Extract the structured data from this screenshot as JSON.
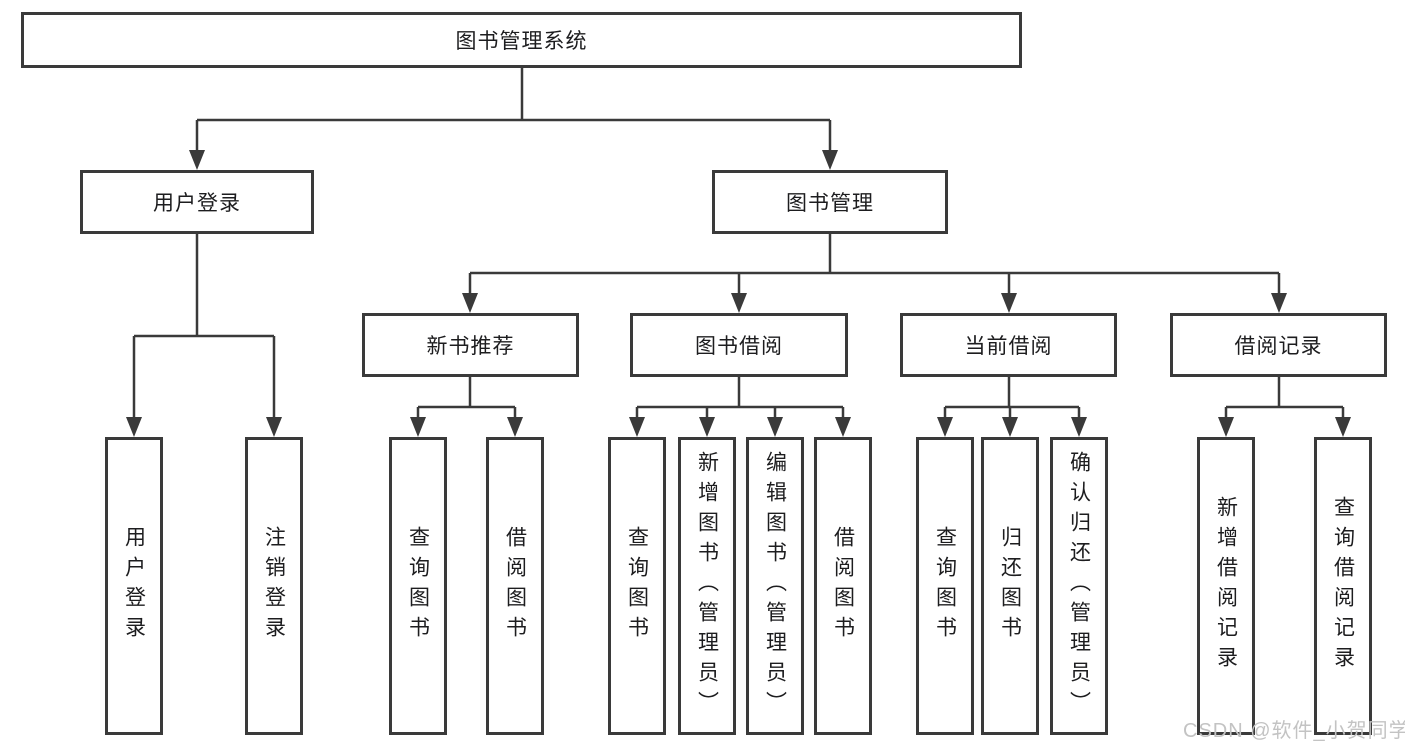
{
  "diagram_type": "hierarchy-tree",
  "tree": {
    "label": "图书管理系统",
    "children": [
      {
        "label": "用户登录",
        "children": [
          {
            "label": "用户登录"
          },
          {
            "label": "注销登录"
          }
        ]
      },
      {
        "label": "图书管理",
        "children": [
          {
            "label": "新书推荐",
            "children": [
              {
                "label": "查询图书"
              },
              {
                "label": "借阅图书"
              }
            ]
          },
          {
            "label": "图书借阅",
            "children": [
              {
                "label": "查询图书"
              },
              {
                "label": "新增图书（管理员）"
              },
              {
                "label": "编辑图书（管理员）"
              },
              {
                "label": "借阅图书"
              }
            ]
          },
          {
            "label": "当前借阅",
            "children": [
              {
                "label": "查询图书"
              },
              {
                "label": "归还图书"
              },
              {
                "label": "确认归还（管理员）"
              }
            ]
          },
          {
            "label": "借阅记录",
            "children": [
              {
                "label": "新增借阅记录"
              },
              {
                "label": "查询借阅记录"
              }
            ]
          }
        ]
      }
    ]
  },
  "watermark": "CSDN @软件_小贺同学",
  "colors": {
    "line": "#3a3a3a",
    "text": "#1d1d1f",
    "background": "#ffffff",
    "watermark": "#c3c3c3"
  }
}
